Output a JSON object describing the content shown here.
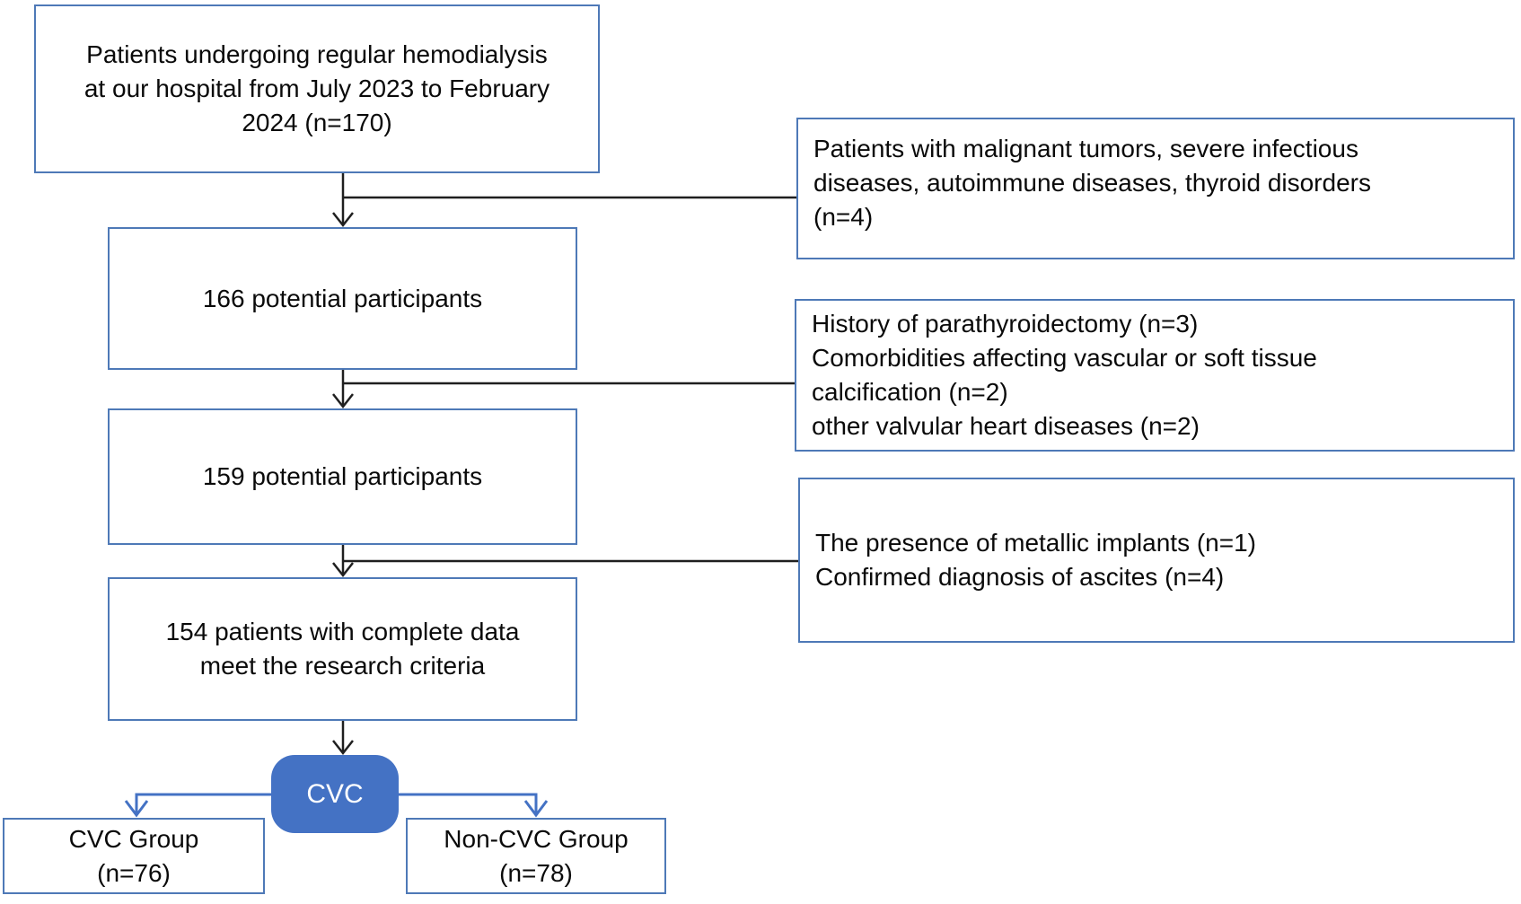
{
  "diagram_type": "patient-flowchart",
  "colors": {
    "box_border": "#4e79b7",
    "box_fill": "#ffffff",
    "cvc_fill": "#4472c4",
    "cvc_text": "#ffffff",
    "black_connector": "#1f1f1f",
    "blue_connector": "#4472c4",
    "text": "#0a0a0a"
  },
  "flow": {
    "enrollment": {
      "lines": [
        "Patients undergoing regular hemodialysis",
        "at our hospital from July 2023 to February",
        "2024 (n=170)"
      ]
    },
    "excluded1": {
      "lines": [
        "Patients with malignant tumors, severe infectious",
        "diseases, autoimmune diseases, thyroid disorders",
        "(n=4)"
      ]
    },
    "potential166": {
      "lines": [
        "166 potential participants"
      ]
    },
    "excluded2": {
      "lines": [
        "History of parathyroidectomy (n=3)",
        "Comorbidities affecting vascular or soft tissue",
        "calcification (n=2)",
        "other valvular heart diseases (n=2)"
      ]
    },
    "potential159": {
      "lines": [
        "159 potential participants"
      ]
    },
    "excluded3": {
      "lines": [
        "The presence of metallic implants (n=1)",
        "Confirmed diagnosis of ascites (n=4)"
      ]
    },
    "complete154": {
      "lines": [
        "154 patients with complete data",
        "meet the research criteria"
      ]
    },
    "split_node": {
      "label": "CVC"
    },
    "group_cvc": {
      "lines": [
        "CVC Group",
        "(n=76)"
      ]
    },
    "group_non_cvc": {
      "lines": [
        "Non-CVC Group",
        "(n=78)"
      ]
    }
  }
}
